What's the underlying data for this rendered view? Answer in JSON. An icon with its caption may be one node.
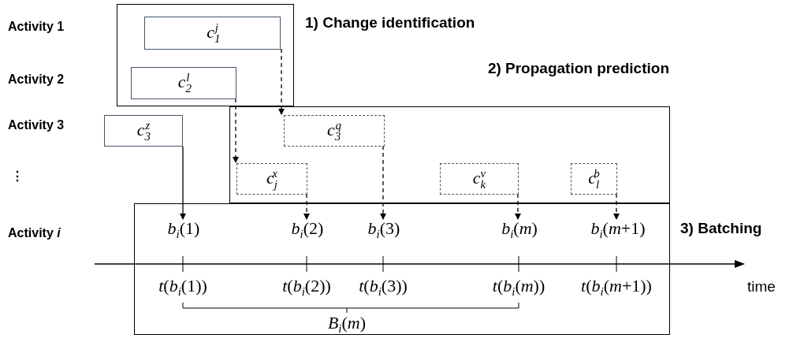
{
  "diagram": {
    "nodes": [
      {
        "text": [
          "1) Change identification"
        ]
      },
      {
        "text": [
          "*c*$_{1}$$^{j}$"
        ],
        "in": 0
      },
      {
        "text": [
          "*c*$_{2}$$^{l}$"
        ],
        "in": 0
      },
      {
        "text": [
          "*c*$_{3}$$^{z}$"
        ]
      },
      {
        "text": [
          "2) Propagation prediction"
        ]
      },
      {
        "text": [
          "*c*$_{3}$$^{q}$"
        ],
        "in": 4
      },
      {
        "text": [
          "*c*$_{j}$$^{x}$"
        ],
        "in": 4
      },
      {
        "text": [
          "*c*$_{k}$$^{v}$"
        ],
        "in": 4
      },
      {
        "text": [
          "*c*$_{l}$$^{b}$"
        ],
        "in": 4
      },
      {
        "text": [
          "3) Batching"
        ]
      },
      {
        "text": [
          "*b*$_{i}$(1)"
        ],
        "in": 9
      },
      {
        "text": [
          "*b*$_{i}$(2)"
        ],
        "in": 9
      },
      {
        "text": [
          "*b*$_{i}$(3)"
        ],
        "in": 9
      },
      {
        "text": [
          "*b*$_{i}$(*m*)"
        ],
        "in": 9
      },
      {
        "text": [
          "*b*$_{i}$(*m*+1)"
        ],
        "in": 9
      }
    ],
    "edges": [
      {
        "from": 1,
        "to": 5,
        "arrow": "to",
        "style": "dashed"
      },
      {
        "from": 2,
        "to": 6,
        "arrow": "to",
        "style": "dashed"
      },
      {
        "from": 3,
        "to": 10,
        "arrow": "to"
      },
      {
        "from": 6,
        "to": 11,
        "arrow": "to",
        "style": "dashed"
      },
      {
        "from": 5,
        "to": 12,
        "arrow": "to",
        "style": "dashed"
      },
      {
        "from": 7,
        "to": 13,
        "arrow": "to",
        "style": "dashed"
      },
      {
        "from": 8,
        "to": 14,
        "arrow": "to",
        "style": "dashed"
      }
    ],
    "labels": [
      "Activity 1",
      "Activity 2",
      "Activity 3",
      "⋮",
      "Activity *i*",
      "*t*(*b*$_{i}$(1))",
      "*t*(*b*$_{i}$(2))",
      "*t*(*b*$_{i}$(3))",
      "*t*(*b*$_{i}$(*m*))",
      "*t*(*b*$_{i}$(*m*+1))",
      "time",
      "*B*$_{i}$(*m*)"
    ]
  }
}
